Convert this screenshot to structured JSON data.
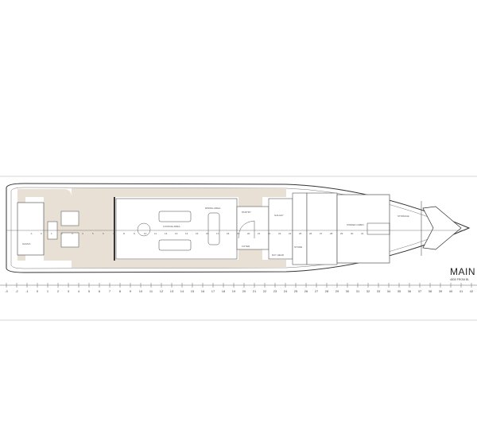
{
  "plan": {
    "title": "MAIN",
    "subtitle": "4830 FROM BL",
    "colors": {
      "deck": "#e8e0d4",
      "line": "#333333",
      "frame": "#bbbbbb"
    },
    "rooms": [
      {
        "key": "aft",
        "label": "SAUNA"
      },
      {
        "key": "lounge",
        "label": "LOUNGE AREA"
      },
      {
        "key": "dining",
        "label": "DINING AREA"
      },
      {
        "key": "pantry",
        "label": "PANTRY"
      },
      {
        "key": "foyer",
        "label": "FOYER"
      },
      {
        "key": "galley",
        "label": "GALLEY"
      },
      {
        "key": "dayhead",
        "label": "DAY HEAD"
      },
      {
        "key": "store",
        "label": "STORE"
      },
      {
        "key": "owner",
        "label": "OWNER CABIN"
      },
      {
        "key": "storage",
        "label": "STORAGE"
      }
    ],
    "frame_numbers": [
      -3,
      -2,
      -1,
      0,
      1,
      2,
      3,
      4,
      5,
      6,
      7,
      8,
      9,
      10,
      11,
      12,
      13,
      14,
      15,
      16,
      17,
      18,
      19,
      20,
      21,
      22,
      23,
      24,
      25,
      26,
      27,
      28,
      29,
      30,
      31,
      32,
      33,
      34,
      35,
      36,
      37,
      38,
      39,
      40,
      41,
      42
    ]
  }
}
